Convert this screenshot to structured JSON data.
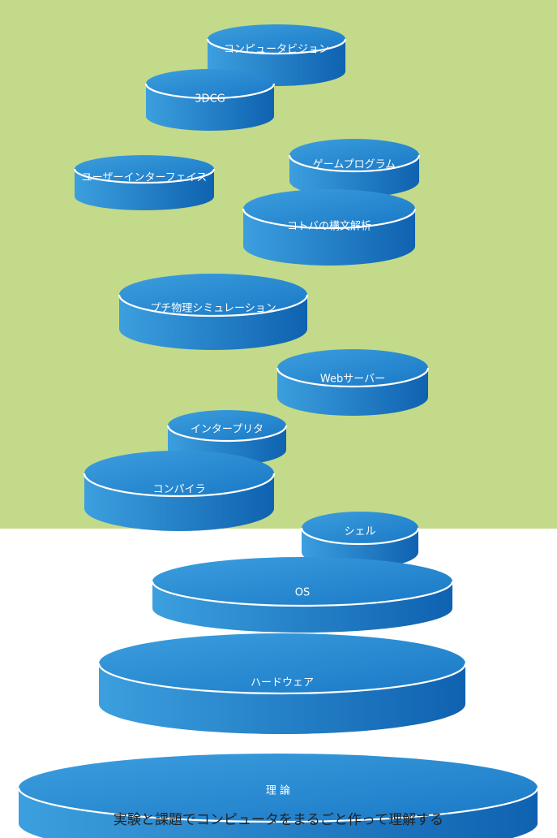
{
  "colors": {
    "background_top": "#c3da8a",
    "background_bottom": "#ffffff",
    "disk_side_light": "#3c9fde",
    "disk_side_dark": "#0f62b0",
    "disk_top": "#1a78c6",
    "rim": "#ffffff",
    "caption_text": "#222222"
  },
  "layers": [
    {
      "id": "computer-vision",
      "label": "コンピュータビジョン"
    },
    {
      "id": "3dcg",
      "label": "3DCG"
    },
    {
      "id": "user-interface",
      "label": "ユーザーインターフェイス"
    },
    {
      "id": "game-program",
      "label": "ゲームプログラム"
    },
    {
      "id": "parsing",
      "label": "コトバの構文解析"
    },
    {
      "id": "physics-sim",
      "label": "プチ物理シミュレーション"
    },
    {
      "id": "web-server",
      "label": "Webサーバー"
    },
    {
      "id": "interpreter",
      "label": "インタープリタ"
    },
    {
      "id": "compiler",
      "label": "コンパイラ"
    },
    {
      "id": "shell",
      "label": "シェル"
    },
    {
      "id": "os",
      "label": "OS"
    },
    {
      "id": "hardware",
      "label": "ハードウェア"
    },
    {
      "id": "theory",
      "label": "理 論"
    }
  ],
  "caption": "実験と課題でコンピュータをまるごと作って理解する"
}
